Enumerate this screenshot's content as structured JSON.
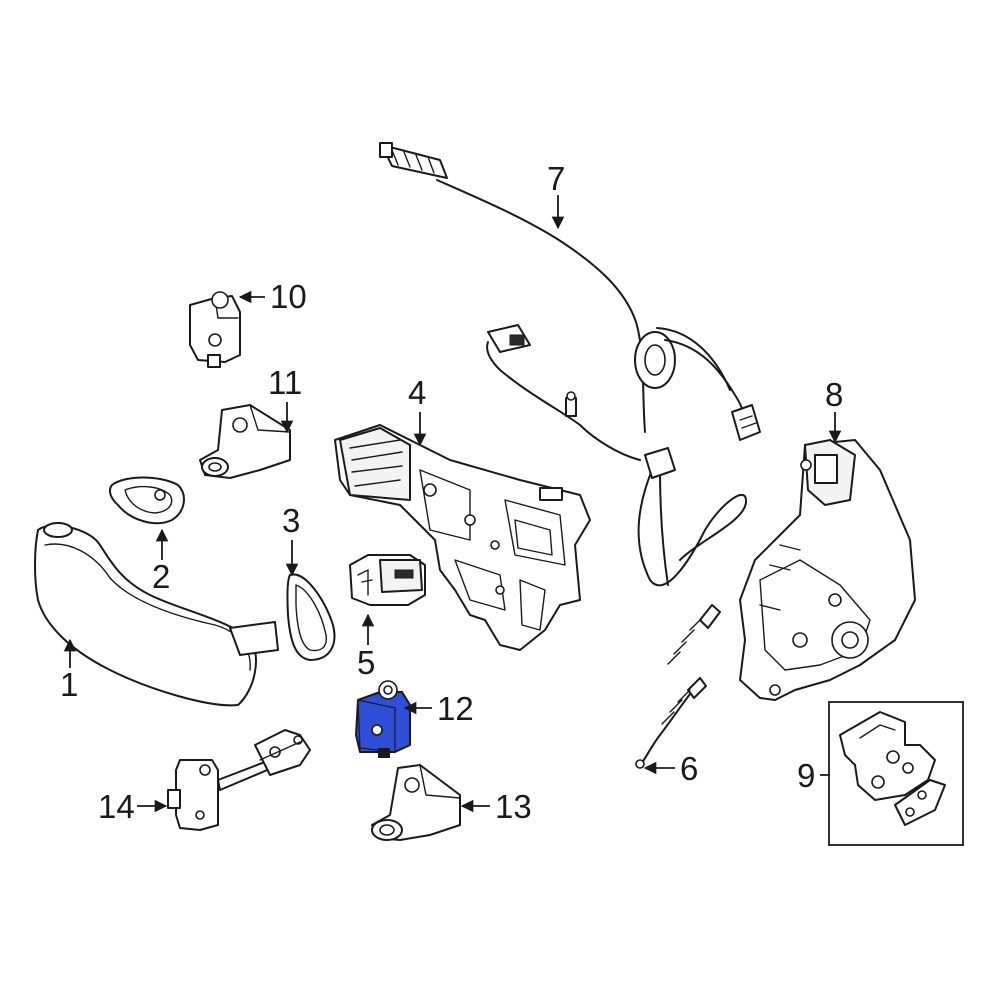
{
  "diagram": {
    "highlight_color": "#2f4fd8",
    "line_color": "#1a1a1a",
    "background": "#ffffff",
    "callouts": [
      {
        "id": "1",
        "label": "1"
      },
      {
        "id": "2",
        "label": "2"
      },
      {
        "id": "3",
        "label": "3"
      },
      {
        "id": "4",
        "label": "4"
      },
      {
        "id": "5",
        "label": "5"
      },
      {
        "id": "6",
        "label": "6"
      },
      {
        "id": "7",
        "label": "7"
      },
      {
        "id": "8",
        "label": "8"
      },
      {
        "id": "9",
        "label": "9"
      },
      {
        "id": "10",
        "label": "10"
      },
      {
        "id": "11",
        "label": "11"
      },
      {
        "id": "12",
        "label": "12"
      },
      {
        "id": "13",
        "label": "13"
      },
      {
        "id": "14",
        "label": "14"
      }
    ],
    "highlighted_part": "12"
  }
}
